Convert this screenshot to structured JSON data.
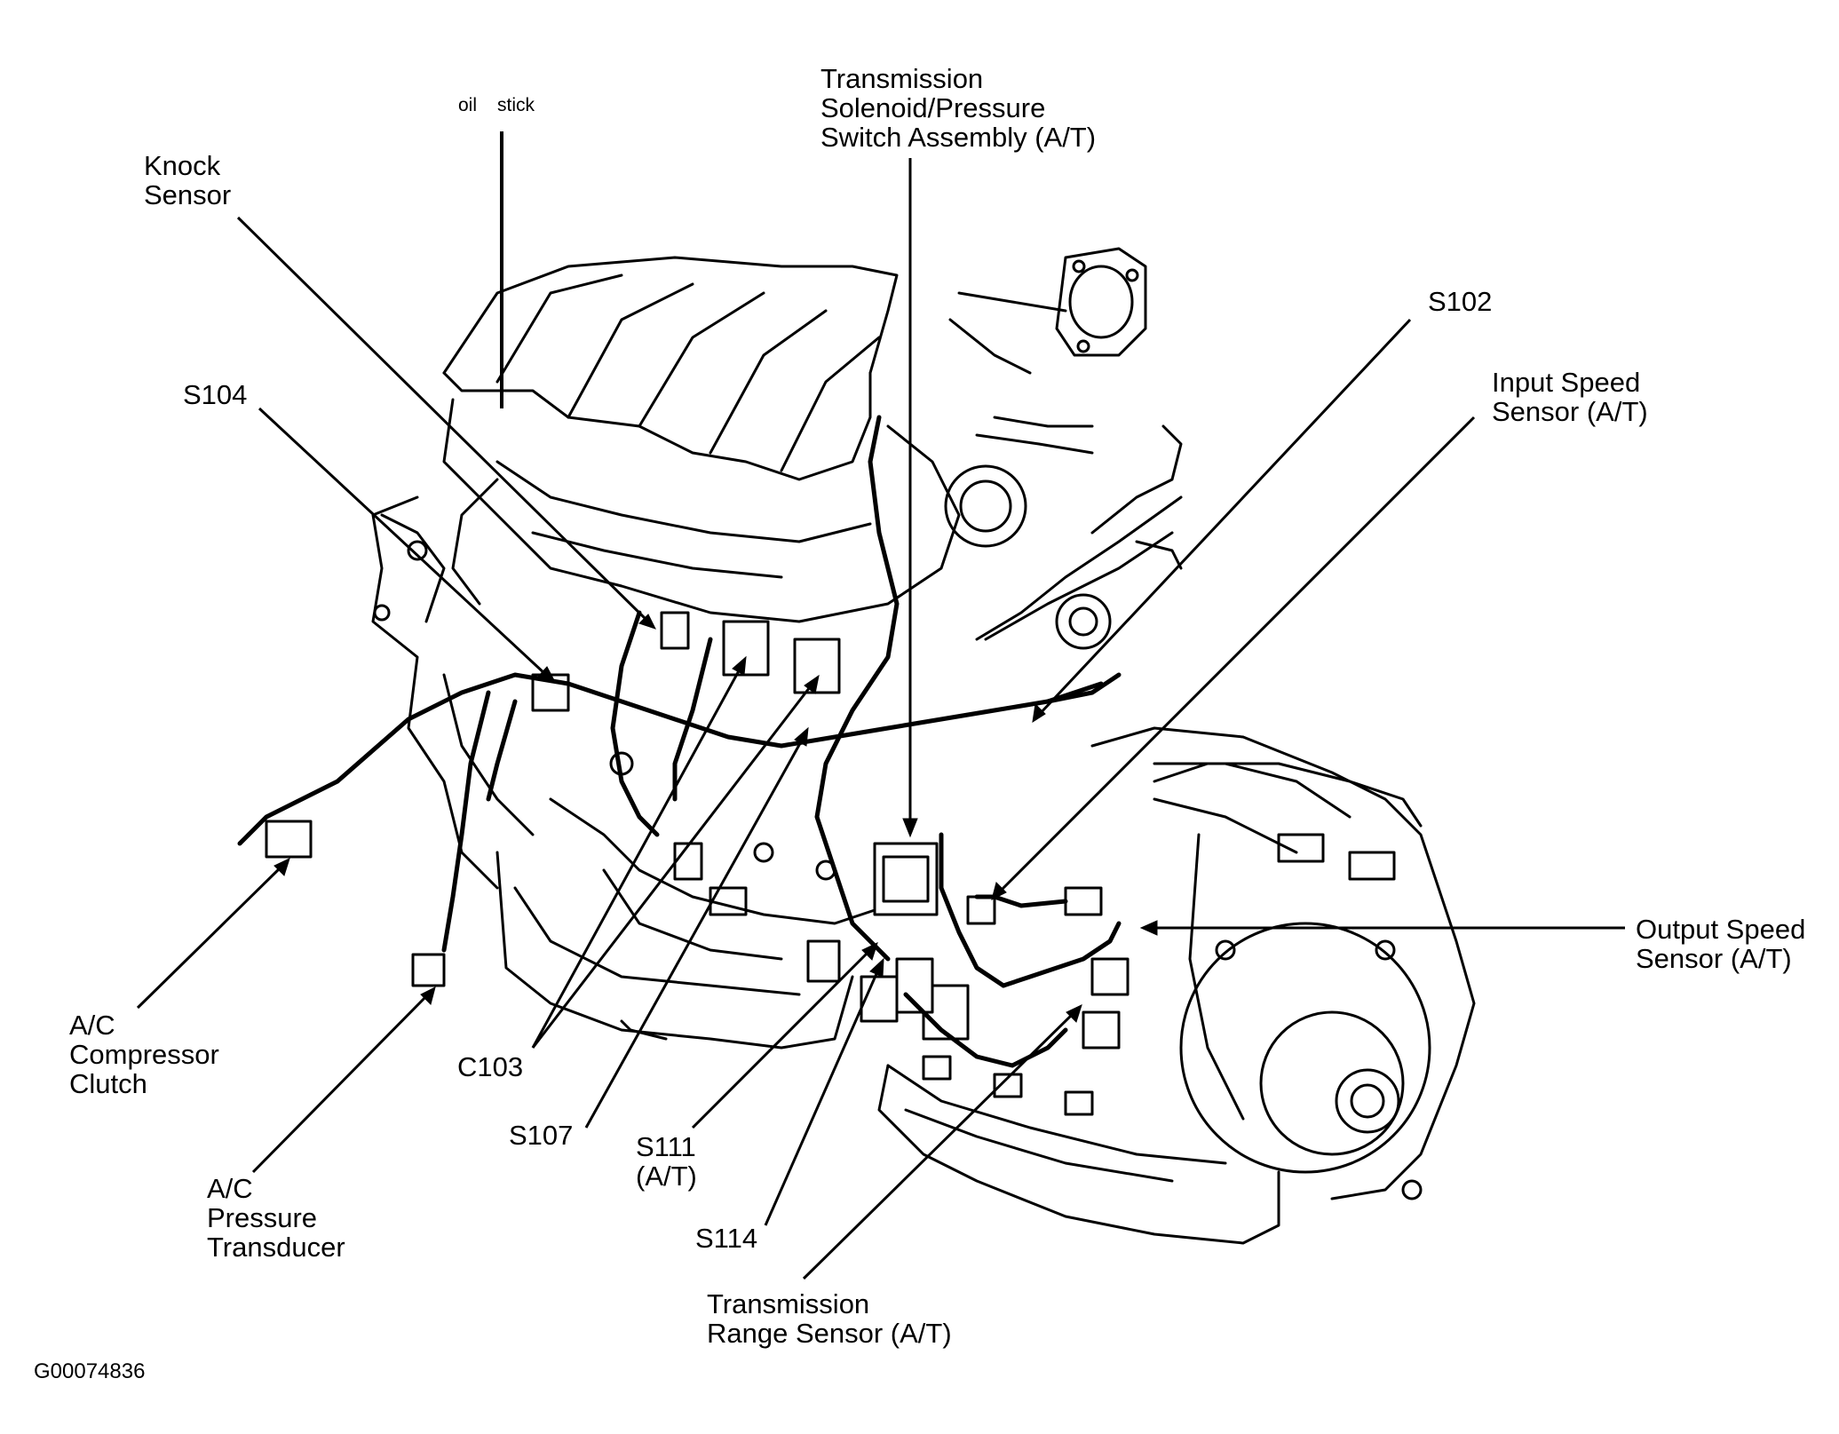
{
  "labels": {
    "oil": "oil",
    "stick": "stick",
    "knock_sensor": "Knock\nSensor",
    "s104": "S104",
    "transmission_solenoid": "Transmission\nSolenoid/Pressure\nSwitch Assembly (A/T)",
    "s102": "S102",
    "input_speed_sensor": "Input Speed\nSensor (A/T)",
    "output_speed_sensor": "Output Speed\nSensor (A/T)",
    "ac_compressor_clutch": "A/C\nCompressor\nClutch",
    "ac_pressure_transducer": "A/C\nPressure\nTransducer",
    "c103": "C103",
    "s107": "S107",
    "s111": "S111\n(A/T)",
    "s114": "S114",
    "transmission_range_sensor": "Transmission\nRange Sensor (A/T)"
  },
  "figure_id": "G00074836"
}
